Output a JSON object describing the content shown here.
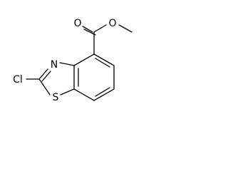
{
  "molecule": {
    "atom_labels": {
      "ester_oxygen": "O",
      "carbonyl_oxygen": "O",
      "nitrogen": "N",
      "sulfur": "S",
      "chlorine": "Cl"
    },
    "colors": {
      "bond": "#000000",
      "label": "#000000",
      "background": "#ffffff"
    }
  }
}
